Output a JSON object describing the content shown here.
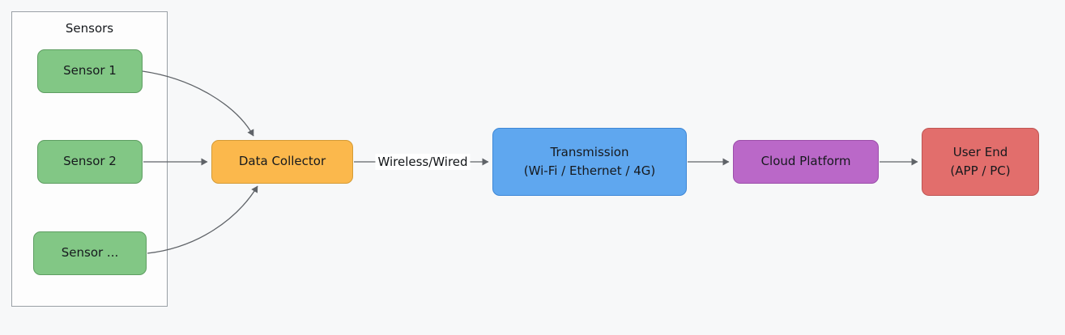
{
  "diagram": {
    "sensors_group": {
      "label": "Sensors",
      "items": [
        {
          "label": "Sensor 1"
        },
        {
          "label": "Sensor 2"
        },
        {
          "label": "Sensor ..."
        }
      ]
    },
    "nodes": {
      "data_collector": {
        "label": "Data Collector"
      },
      "transmission": {
        "label": "Transmission",
        "sublabel": "(Wi-Fi / Ethernet / 4G)"
      },
      "cloud_platform": {
        "label": "Cloud Platform"
      },
      "user_end": {
        "label": "User End",
        "sublabel": "(APP / PC)"
      }
    },
    "edges": {
      "wireless_wired_label": "Wireless/Wired"
    },
    "colors": {
      "background": "#f7f8f9",
      "sensor": "#82c785",
      "sensor_border": "#5e9e62",
      "collector": "#fbb84c",
      "collector_border": "#d49b36",
      "transmission": "#5fa7ef",
      "transmission_border": "#3e87d6",
      "cloud_platform": "#ba68c8",
      "cloud_platform_border": "#9c4faa",
      "user_end": "#e26e6c",
      "user_end_border": "#bf5553",
      "edge": "#5f6368"
    }
  }
}
